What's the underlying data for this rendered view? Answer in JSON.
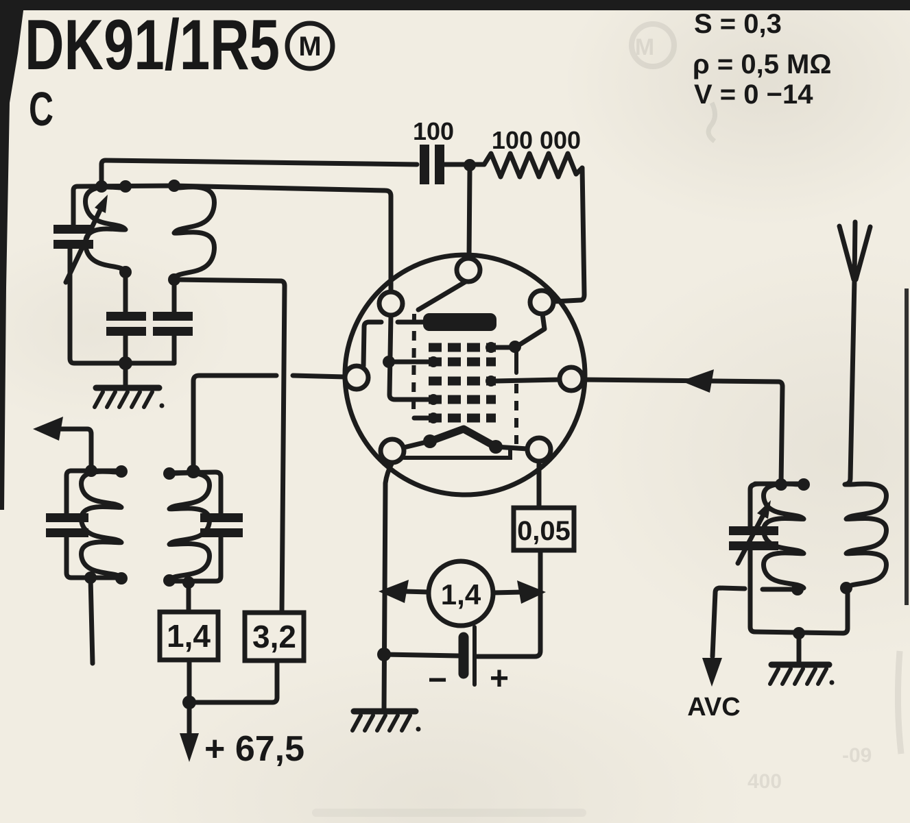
{
  "heading": {
    "title": "DK91/1R5",
    "badge": "M",
    "variant": "C"
  },
  "specs": {
    "transconductance": "S = 0,3",
    "plate_resistance": "ρ = 0,5 MΩ",
    "voltage_range": "V = 0 −14"
  },
  "components": {
    "osc_grid_capacitor": "100",
    "osc_grid_resistor": "100 000",
    "coupling_capacitor": "0,05",
    "filament_voltage_box": "1,4",
    "screen_voltage_box": "3,2",
    "filament_meter": "1,4",
    "battery_minus": "−",
    "battery_plus": "+",
    "hv_supply": "+ 67,5",
    "avc_label": "AVC"
  },
  "colors": {
    "ink": "#1c1c1c",
    "paper": "#f1ede2"
  }
}
